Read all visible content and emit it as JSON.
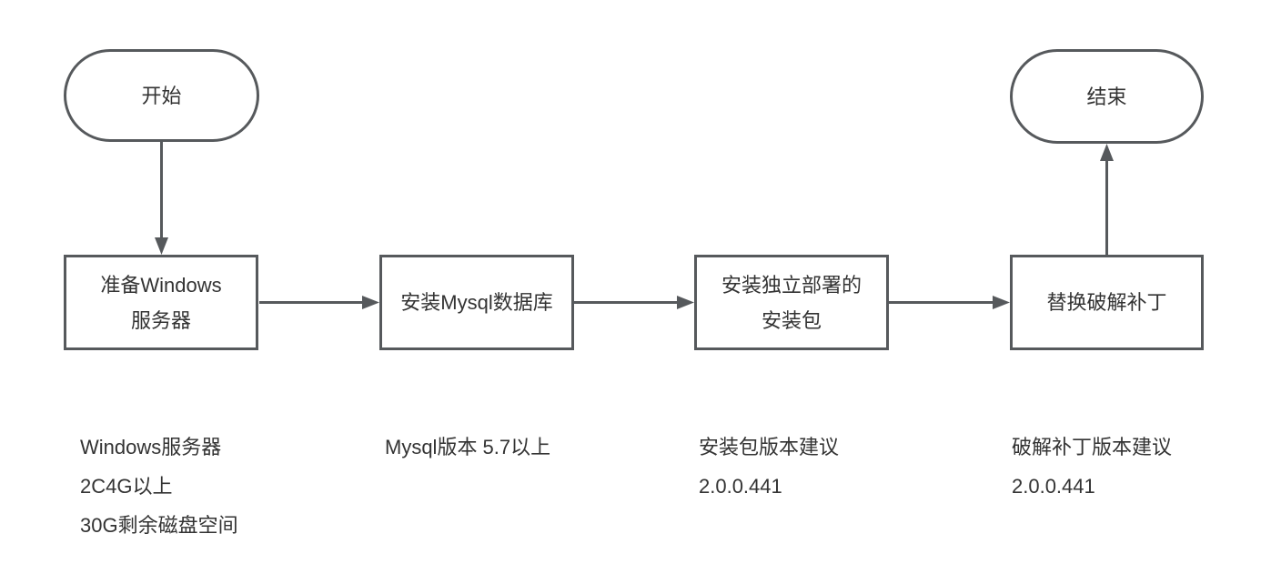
{
  "colors": {
    "stroke": "#56595c",
    "text": "#333333",
    "background": "#ffffff"
  },
  "flowchart": {
    "start": {
      "label": "开始"
    },
    "end": {
      "label": "结束"
    },
    "steps": [
      {
        "lines": [
          "准备Windows",
          "服务器"
        ]
      },
      {
        "lines": [
          "安装Mysql数据库"
        ]
      },
      {
        "lines": [
          "安装独立部署的",
          "安装包"
        ]
      },
      {
        "lines": [
          "替换破解补丁"
        ]
      }
    ],
    "notes": [
      {
        "lines": [
          "Windows服务器",
          "2C4G以上",
          "30G剩余磁盘空间"
        ]
      },
      {
        "lines": [
          "Mysql版本 5.7以上"
        ]
      },
      {
        "lines": [
          "安装包版本建议",
          "2.0.0.441"
        ]
      },
      {
        "lines": [
          "破解补丁版本建议",
          "2.0.0.441"
        ]
      }
    ]
  }
}
